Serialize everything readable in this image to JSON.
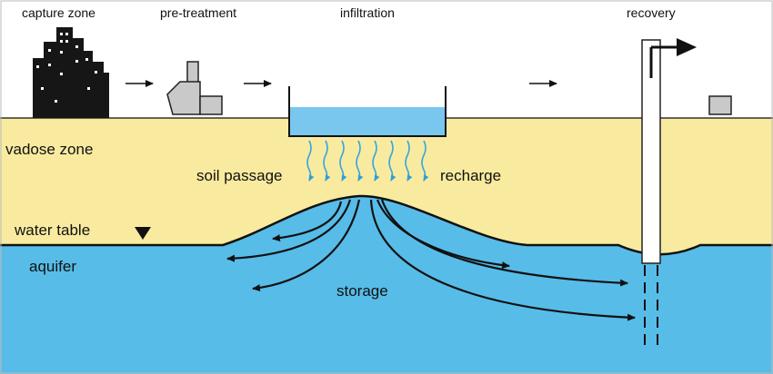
{
  "stages": {
    "capture": "capture zone",
    "pretreatment": "pre-treatment",
    "infiltration": "infiltration",
    "recovery": "recovery"
  },
  "zones": {
    "vadose": "vadose zone",
    "water_table": "water table",
    "aquifer": "aquifer"
  },
  "processes": {
    "soil_passage": "soil passage",
    "recharge": "recharge",
    "storage": "storage"
  },
  "colors": {
    "sky": "#ffffff",
    "vadose_zone": "#f8eb9f",
    "aquifer": "#57bce8",
    "basin_water": "#79c7ee",
    "infiltration_drop": "#3aa6de",
    "building": "#161616",
    "facility": "#c9c9c9",
    "outline": "#111111"
  }
}
